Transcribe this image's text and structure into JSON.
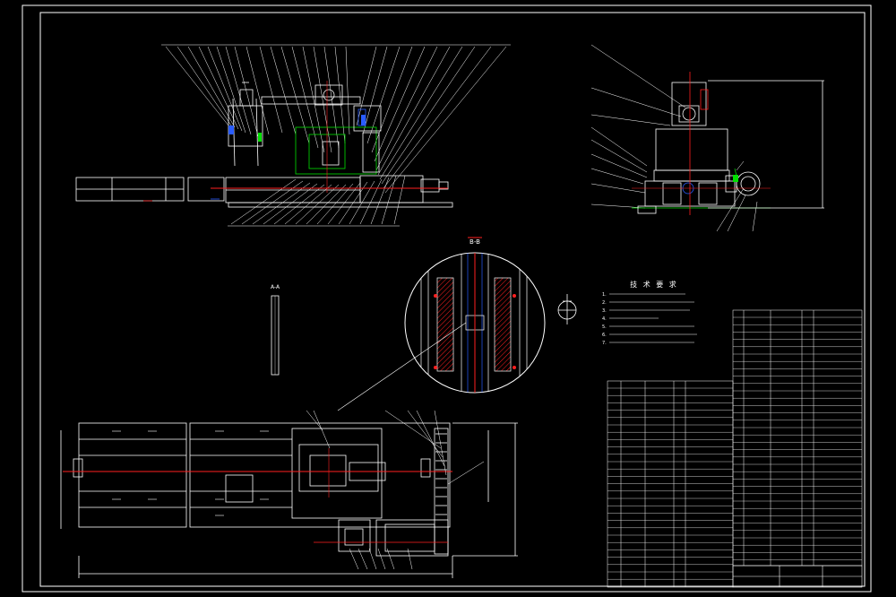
{
  "drawing": {
    "section_label": "B-B",
    "view_label": "A-A",
    "tech_requirements_title": "技 术 要 求",
    "tech_requirements": [
      "1.",
      "2.",
      "3.",
      "4.",
      "5.",
      "6.",
      "7."
    ],
    "colors": {
      "background": "#000000",
      "frame": "#ffffff",
      "body": "#ffffff",
      "axis": "#ff2020",
      "green": "#00e000",
      "blue": "#2a5cff",
      "magenta": "#ff40ff",
      "cyan": "#40ffff",
      "yellow": "#ffff00"
    }
  }
}
